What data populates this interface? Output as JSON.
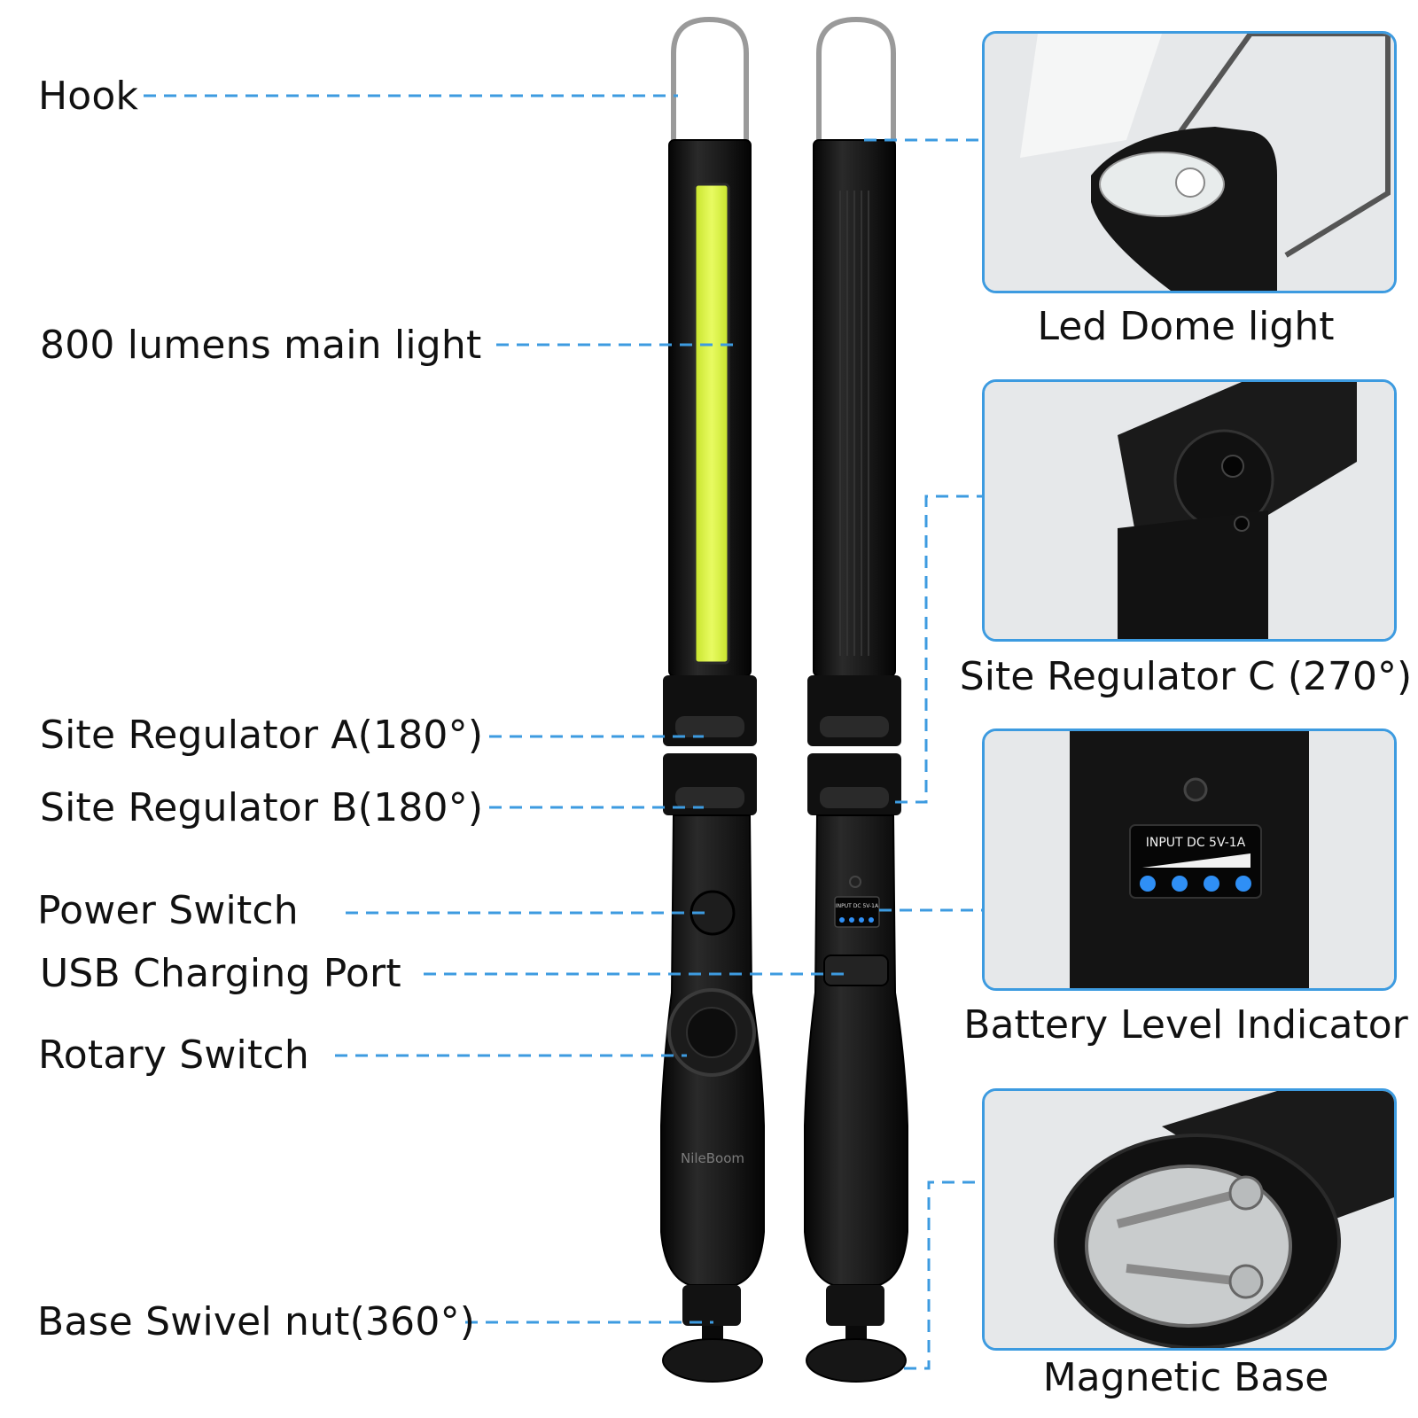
{
  "callouts": {
    "hook": "Hook",
    "main_light": "800 lumens main light",
    "regulator_a": "Site Regulator A(180°)",
    "regulator_b": "Site Regulator B(180°)",
    "power_switch": "Power Switch",
    "usb_port": "USB Charging Port",
    "rotary_switch": "Rotary Switch",
    "base_swivel": "Base Swivel nut(360°)"
  },
  "detail_panels": {
    "dome_light": "Led Dome light",
    "regulator_c": "Site Regulator C (270°)",
    "battery_indicator": "Battery Level Indicator",
    "magnetic_base": "Magnetic Base"
  },
  "product": {
    "brand": "NileBoom",
    "input_label": "INPUT DC 5V-1A",
    "battery_level_leds": 4
  },
  "colors": {
    "leader_line": "#3d9be0",
    "panel_border": "#3d9be0",
    "cob_led": "#d6f03a",
    "body": "#141414",
    "indicator_led": "#2f8ff5"
  }
}
